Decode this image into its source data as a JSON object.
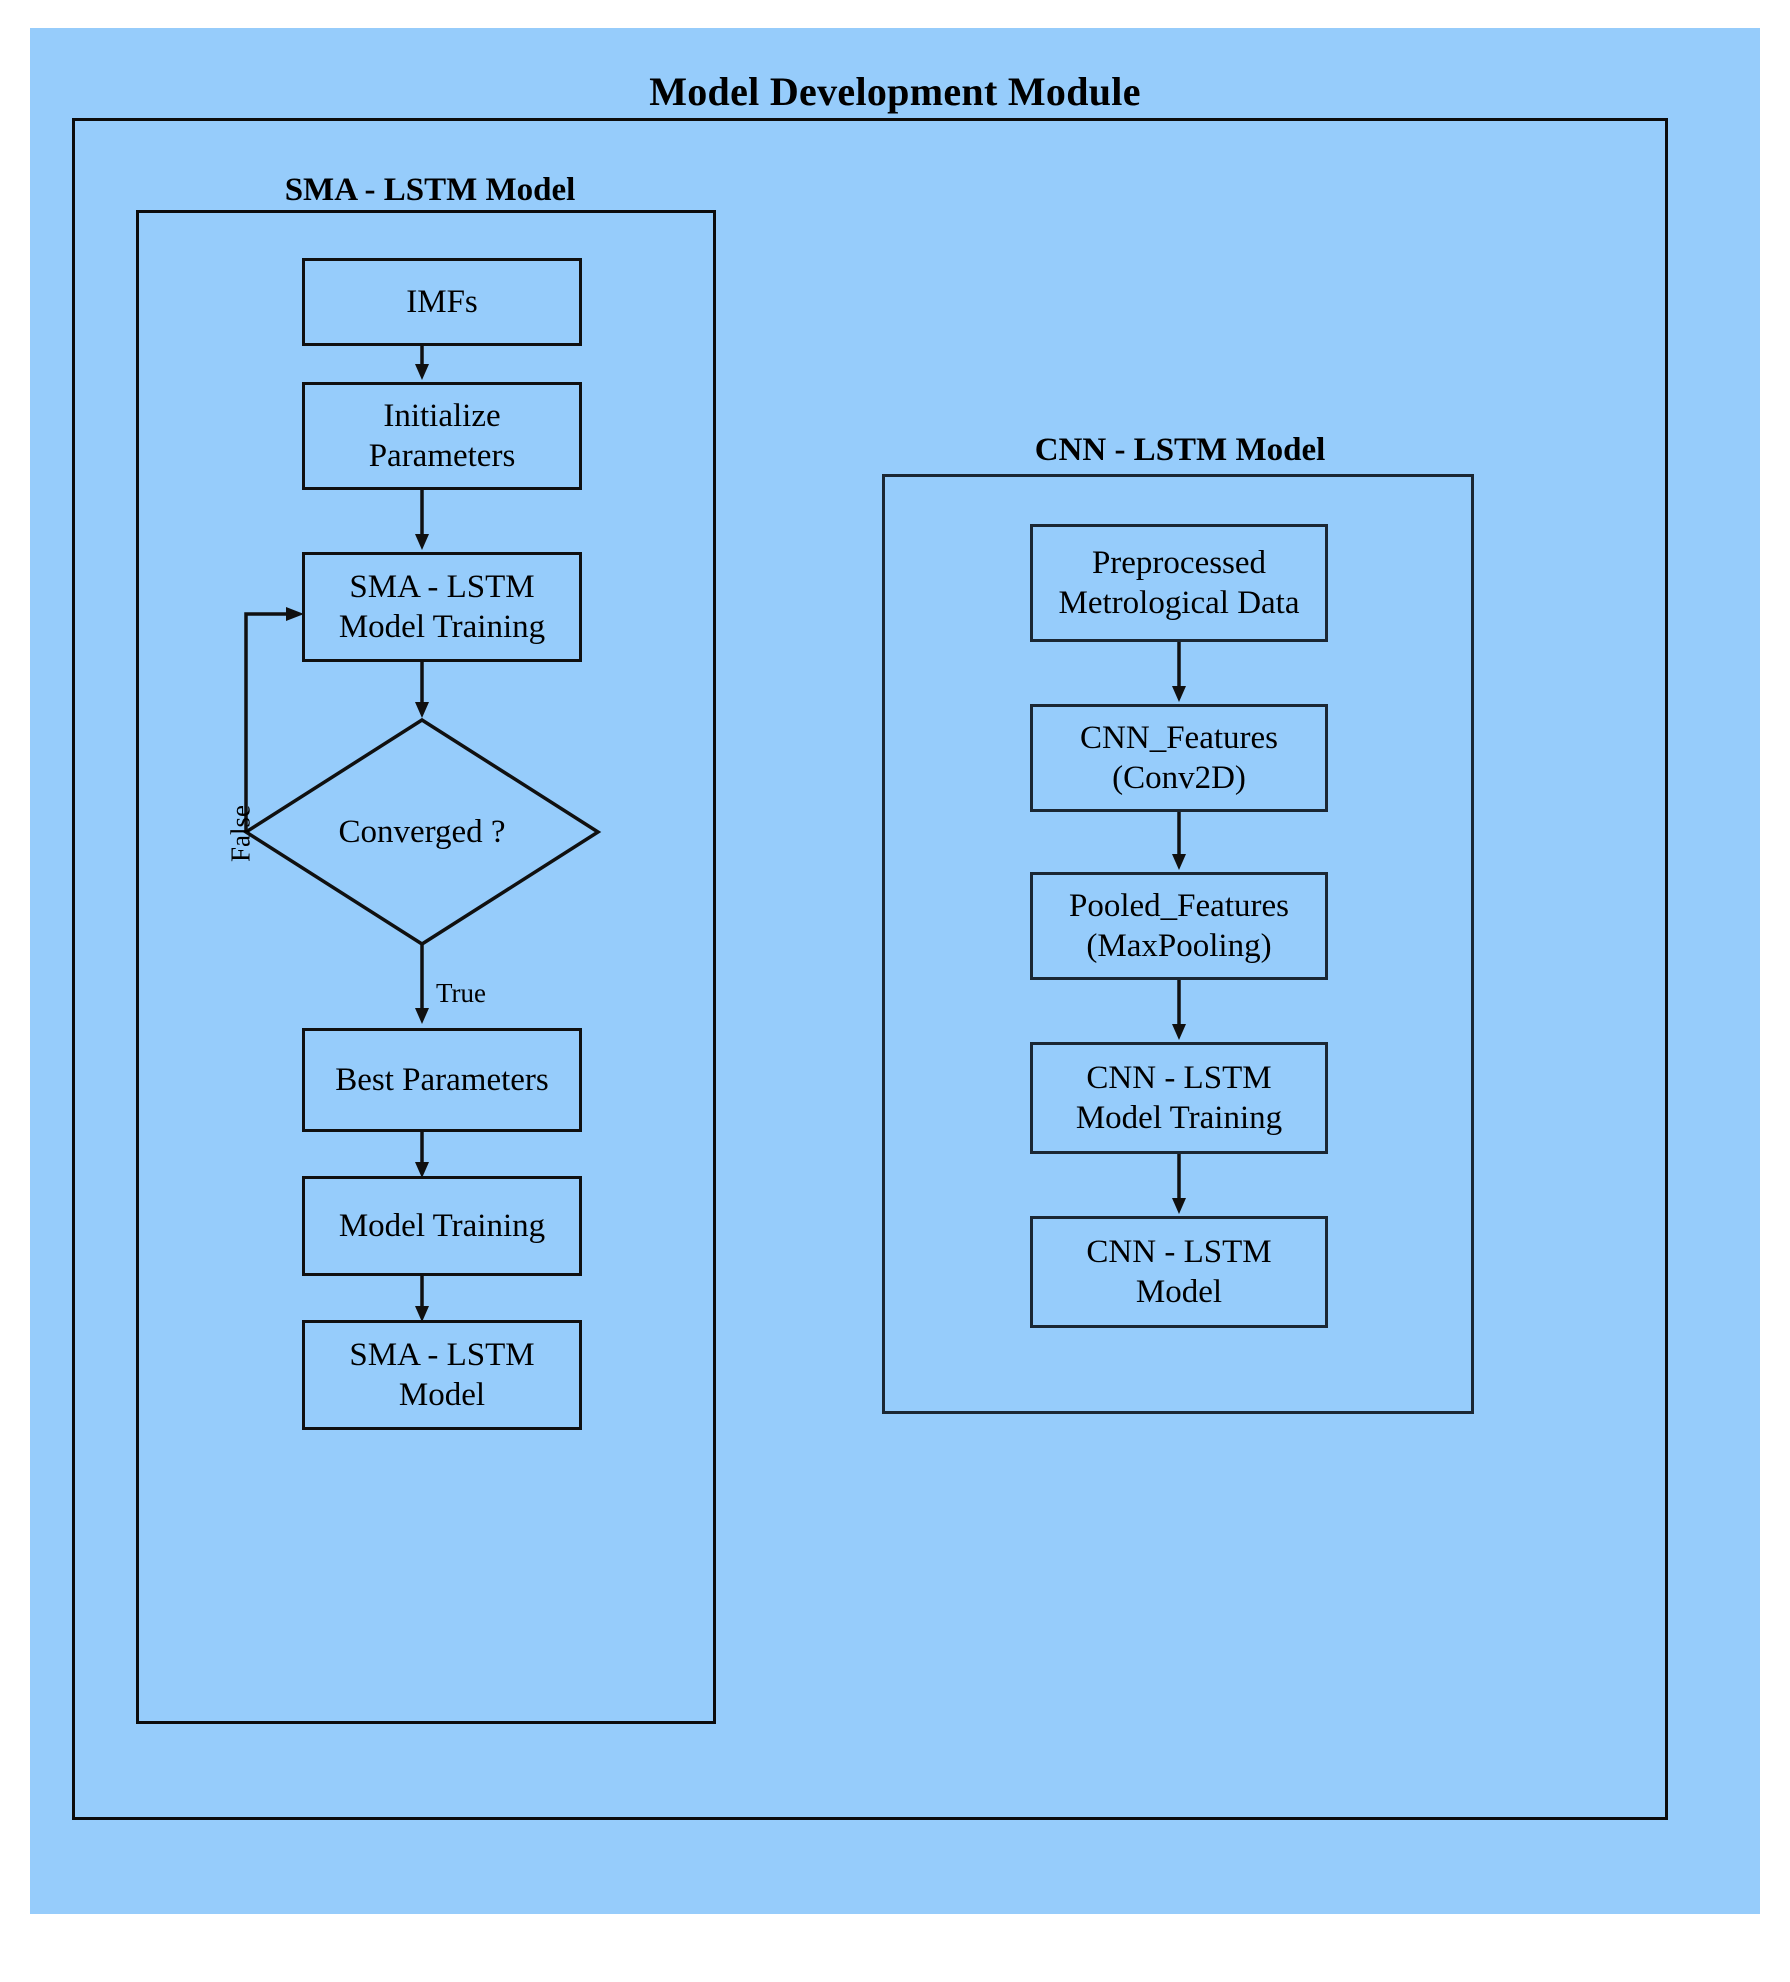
{
  "page": {
    "title": "Model Development Module",
    "background_color": "#96ccfb",
    "line_color": "#101010",
    "text_color": "#000000"
  },
  "sections": {
    "sma": {
      "title": "SMA - LSTM Model"
    },
    "cnn": {
      "title": "CNN - LSTM Model"
    }
  },
  "chart_data": {
    "type": "flowchart",
    "title": "Model Development Module",
    "groups": [
      {
        "id": "sma-lstm",
        "label": "SMA - LSTM Model",
        "nodes": [
          "imfs",
          "initialize-parameters",
          "sma-lstm-model-training",
          "converged",
          "best-parameters",
          "model-training",
          "sma-lstm-model"
        ]
      },
      {
        "id": "cnn-lstm",
        "label": "CNN - LSTM Model",
        "nodes": [
          "preprocessed-metrological-data",
          "cnn-features",
          "pooled-features",
          "cnn-lstm-model-training",
          "cnn-lstm-model"
        ]
      }
    ],
    "edges": [
      {
        "from": "imfs",
        "to": "initialize-parameters",
        "label": ""
      },
      {
        "from": "initialize-parameters",
        "to": "sma-lstm-model-training",
        "label": ""
      },
      {
        "from": "sma-lstm-model-training",
        "to": "converged",
        "label": ""
      },
      {
        "from": "converged",
        "to": "sma-lstm-model-training",
        "label": "False"
      },
      {
        "from": "converged",
        "to": "best-parameters",
        "label": "True"
      },
      {
        "from": "best-parameters",
        "to": "model-training",
        "label": ""
      },
      {
        "from": "model-training",
        "to": "sma-lstm-model",
        "label": ""
      },
      {
        "from": "preprocessed-metrological-data",
        "to": "cnn-features",
        "label": ""
      },
      {
        "from": "cnn-features",
        "to": "pooled-features",
        "label": ""
      },
      {
        "from": "pooled-features",
        "to": "cnn-lstm-model-training",
        "label": ""
      },
      {
        "from": "cnn-lstm-model-training",
        "to": "cnn-lstm-model",
        "label": ""
      }
    ]
  },
  "nodes": {
    "imfs": "IMFs",
    "initialize_parameters": "Initialize\nParameters",
    "sma_lstm_model_training": "SMA - LSTM\nModel Training",
    "converged": "Converged ?",
    "best_parameters": "Best Parameters",
    "model_training": "Model Training",
    "sma_lstm_model": "SMA - LSTM\nModel",
    "preprocessed_metrological_data": "Preprocessed\nMetrological Data",
    "cnn_features": "CNN_Features\n(Conv2D)",
    "pooled_features": "Pooled_Features\n(MaxPooling)",
    "cnn_lstm_model_training": "CNN - LSTM\nModel Training",
    "cnn_lstm_model": "CNN - LSTM\nModel"
  },
  "labels": {
    "false": "False",
    "true": "True"
  }
}
